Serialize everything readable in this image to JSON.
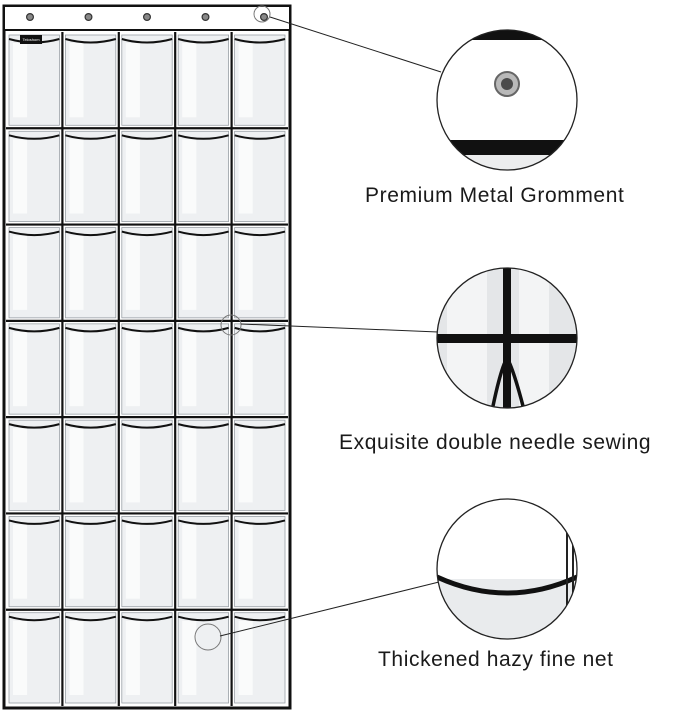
{
  "image": {
    "subject": "hanging-over-door-pocket-organizer",
    "colors": {
      "frame": "#111111",
      "pocket": "#eef0f2",
      "background": "#ffffff"
    }
  },
  "organizer": {
    "rows": 7,
    "columns": 5,
    "grommets": 5,
    "brand_tag": "Teloshom"
  },
  "callouts": [
    {
      "label": "Premium Metal Gromment",
      "detail": "grommet-closeup"
    },
    {
      "label": "Exquisite double needle sewing",
      "detail": "seam-closeup"
    },
    {
      "label": "Thickened hazy fine net",
      "detail": "pocket-edge-closeup"
    }
  ]
}
